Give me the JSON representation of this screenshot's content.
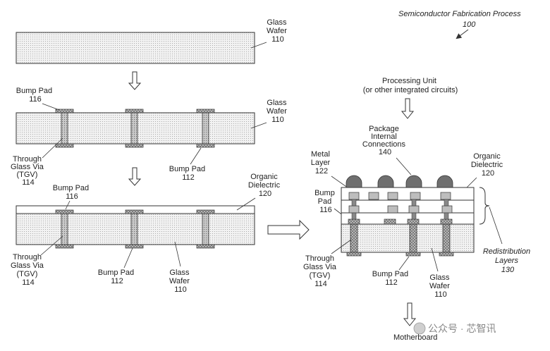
{
  "figure": {
    "title": "Semiconductor Fabrication Process",
    "ref": "100"
  },
  "labels": {
    "glass_wafer_1": [
      "Glass",
      "Wafer",
      "110"
    ],
    "bump_pad_116_a": [
      "Bump Pad",
      "116"
    ],
    "glass_wafer_2": [
      "Glass",
      "Wafer",
      "110"
    ],
    "tgv_a": [
      "Through",
      "Glass Via",
      "(TGV)",
      "114"
    ],
    "bump_pad_112_a": [
      "Bump Pad",
      "112"
    ],
    "bump_pad_116_b": [
      "Bump Pad",
      "116"
    ],
    "organic_dielectric_a": [
      "Organic",
      "Dielectric",
      "120"
    ],
    "tgv_b": [
      "Through",
      "Glass Via",
      "(TGV)",
      "114"
    ],
    "bump_pad_112_b": [
      "Bump Pad",
      "112"
    ],
    "glass_wafer_3": [
      "Glass",
      "Wafer",
      "110"
    ],
    "processing_unit": [
      "Processing Unit",
      "(or other integrated circuits)"
    ],
    "package_internal": [
      "Package",
      "Internal",
      "Connections",
      "140"
    ],
    "metal_layer": [
      "Metal",
      "Layer",
      "122"
    ],
    "organic_dielectric_b": [
      "Organic",
      "Dielectric",
      "120"
    ],
    "bump_pad_116_c": [
      "Bump",
      "Pad",
      "116"
    ],
    "redistribution": [
      "Redistribution",
      "Layers",
      "130"
    ],
    "tgv_c": [
      "Through",
      "Glass Via",
      "(TGV)",
      "114"
    ],
    "bump_pad_112_c": [
      "Bump Pad",
      "112"
    ],
    "glass_wafer_4": [
      "Glass",
      "Wafer",
      "110"
    ],
    "motherboard": "Motherboard",
    "watermark": "公众号 · 芯智讯"
  },
  "colors": {
    "stroke": "#333333",
    "wafer_fill": "#e9e9e9",
    "via_fill": "#9a9a9a",
    "pad_fill": "#bdbdbd",
    "bump_fill": "#6f6f6f"
  }
}
